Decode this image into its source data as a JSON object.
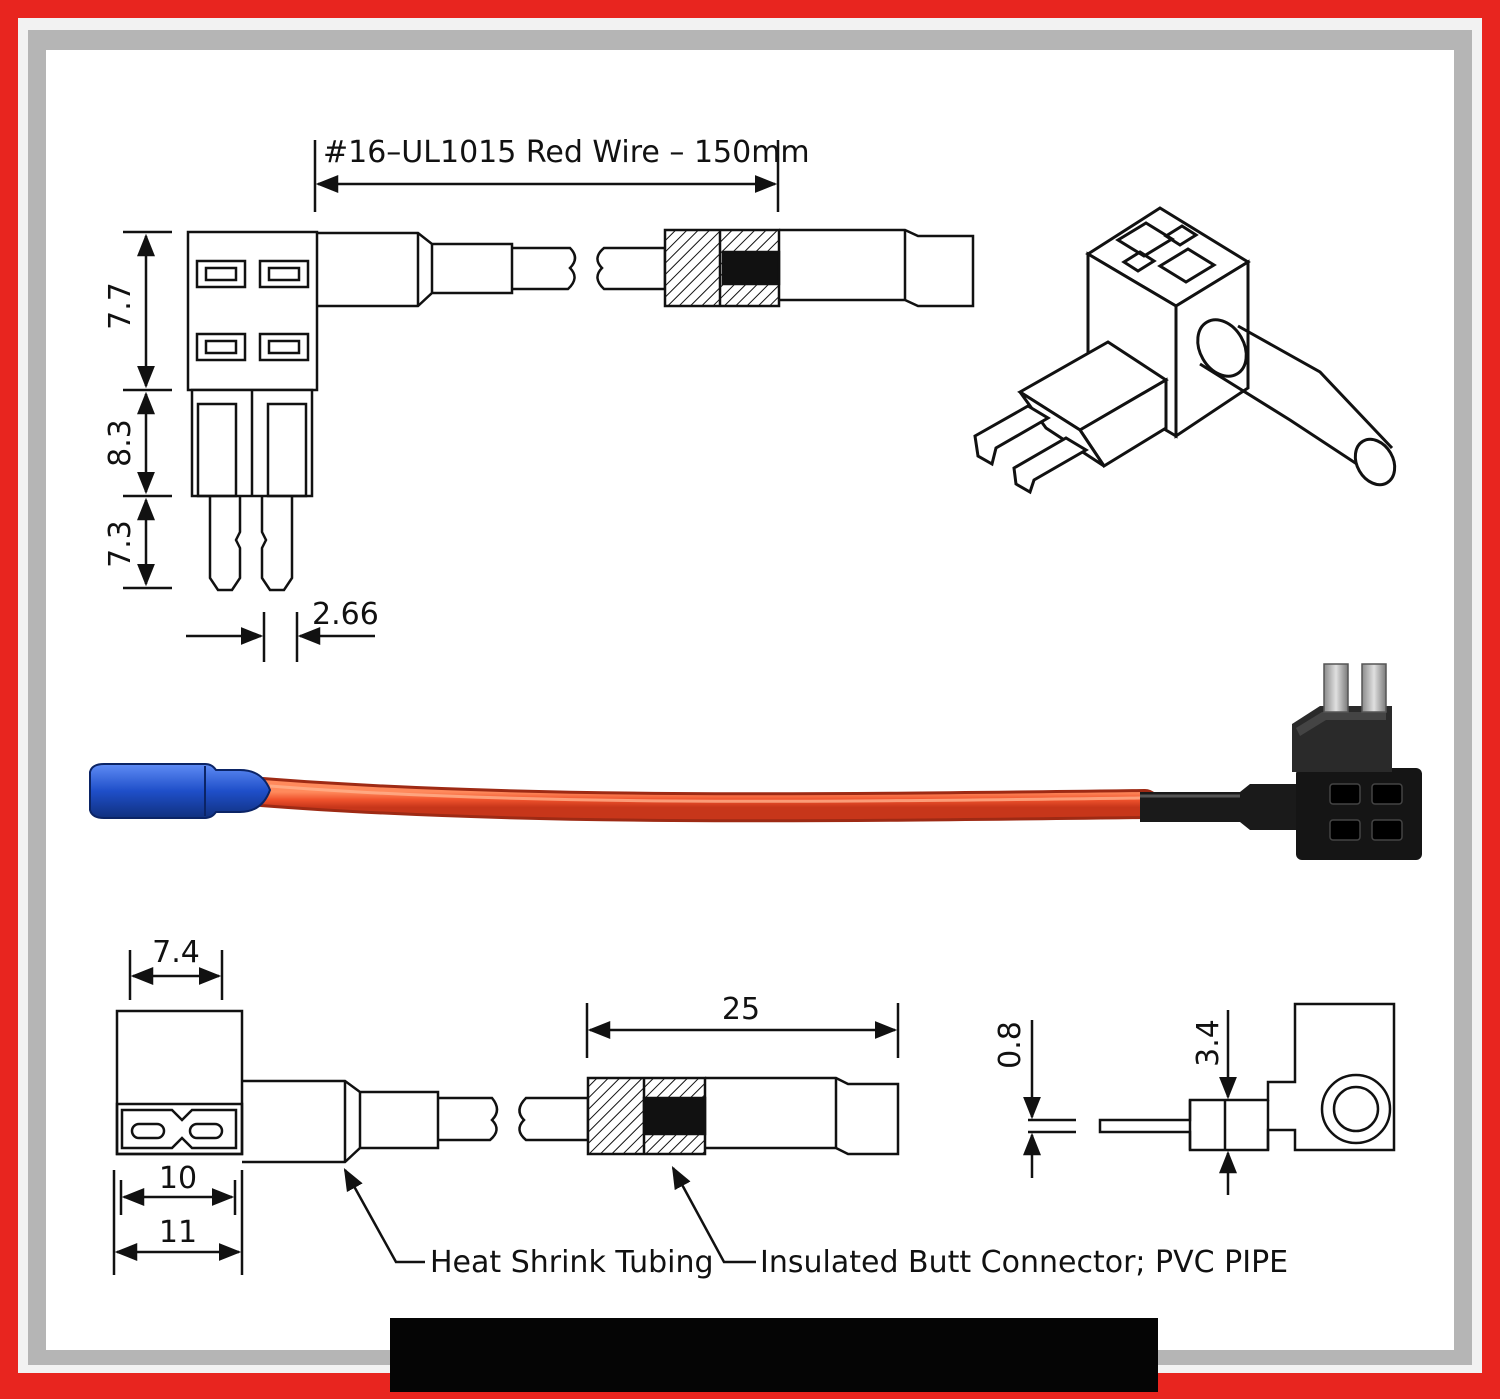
{
  "colors": {
    "outer_border": "#e8251f",
    "inner_frame": "#b5b5b5",
    "ink": "#111111",
    "wire": "#f0522c",
    "butt_connector": "#1f4fc9",
    "tap_body": "#1a1a1a",
    "bottom_bar": "#050505"
  },
  "top_view": {
    "wire_title": "#16–UL1015 Red Wire – 150mm",
    "dim_body_height": "7.7",
    "dim_blade_upper": "8.3",
    "dim_blade_lower": "7.3",
    "dim_blade_gap": "2.66"
  },
  "isometric": {
    "icon": "fuse-tap-isometric-icon"
  },
  "photo": {
    "icon": "fuse-tap-photo-icon"
  },
  "bottom_view": {
    "dim_top_width": "7.4",
    "dim_butt_length": "25",
    "dim_base_inner": "10",
    "dim_base_outer": "11",
    "dim_blade_thickness": "0.8",
    "dim_blade_height": "3.4",
    "callout_heat_shrink": "Heat Shrink Tubing",
    "callout_butt_connector": "Insulated Butt Connector; PVC PIPE"
  }
}
